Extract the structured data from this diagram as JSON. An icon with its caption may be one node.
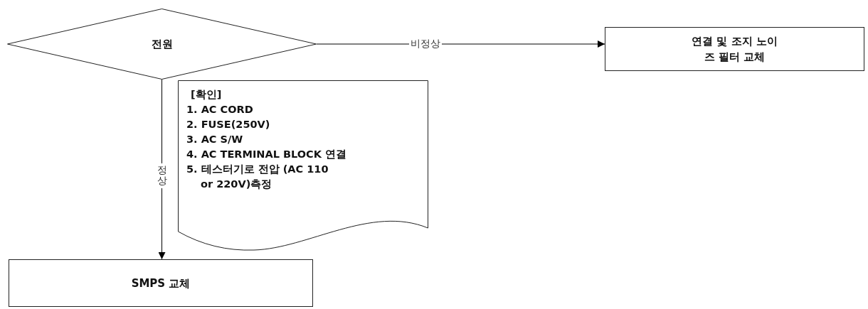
{
  "diagram": {
    "nodes": [
      {
        "text": [
          "전원"
        ]
      },
      {
        "text": [
          "연결 및 조지 노이즈 필터 교체"
        ]
      },
      {
        "text": [
          "[확인]",
          "1. AC CORD",
          "2. FUSE(250V)",
          "3. AC S/W",
          "4. AC TERMINAL BLOCK 연결",
          "5. 테스터기로 전압 (AC 110 or 220V)측정"
        ]
      },
      {
        "text": [
          "SMPS 교체"
        ]
      }
    ],
    "edges": [
      {
        "from": 0,
        "to": 1,
        "arrow": "to",
        "label": "비정상"
      },
      {
        "from": 0,
        "to": 3,
        "arrow": "to",
        "label": "정상"
      }
    ]
  }
}
